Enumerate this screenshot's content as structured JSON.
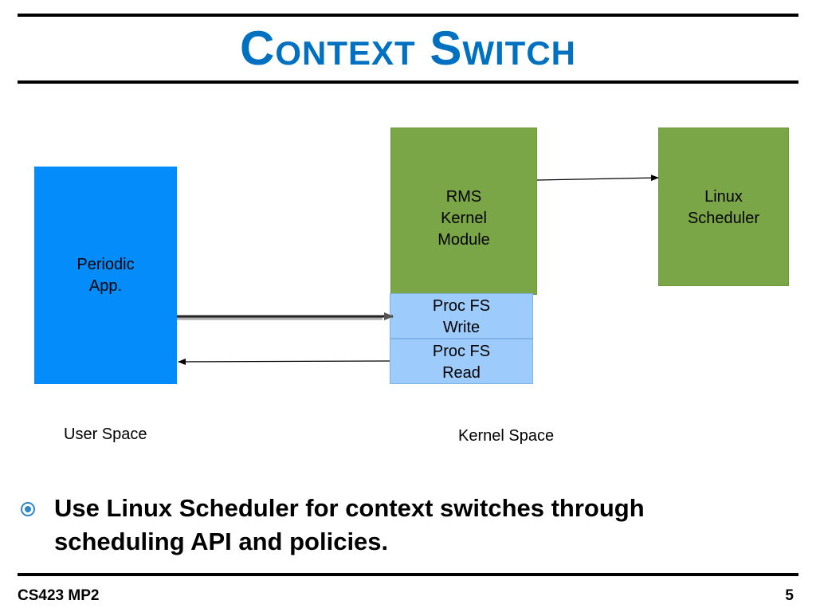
{
  "title": "Context Switch",
  "diagram": {
    "nodes": {
      "periodic_app": "Periodic\nApp.",
      "rms_kernel_module": "RMS\nKernel\nModule",
      "linux_scheduler": "Linux\nScheduler",
      "proc_fs_write": "Proc FS\nWrite",
      "proc_fs_read": "Proc FS\nRead"
    },
    "regions": {
      "user_space": "User Space",
      "kernel_space": "Kernel Space"
    },
    "edges": [
      {
        "from": "periodic_app",
        "to": "proc_fs_write"
      },
      {
        "from": "proc_fs_read",
        "to": "periodic_app"
      },
      {
        "from": "rms_kernel_module",
        "to": "linux_scheduler"
      }
    ]
  },
  "bullet": "Use Linux Scheduler for context switches through scheduling API and policies.",
  "footer": {
    "course": "CS423 MP2",
    "page_number": "5"
  },
  "colors": {
    "title": "#0070C0",
    "green_box": "#7AA648",
    "blue_box": "#038CFA",
    "light_blue_box": "#9DCBFC"
  }
}
